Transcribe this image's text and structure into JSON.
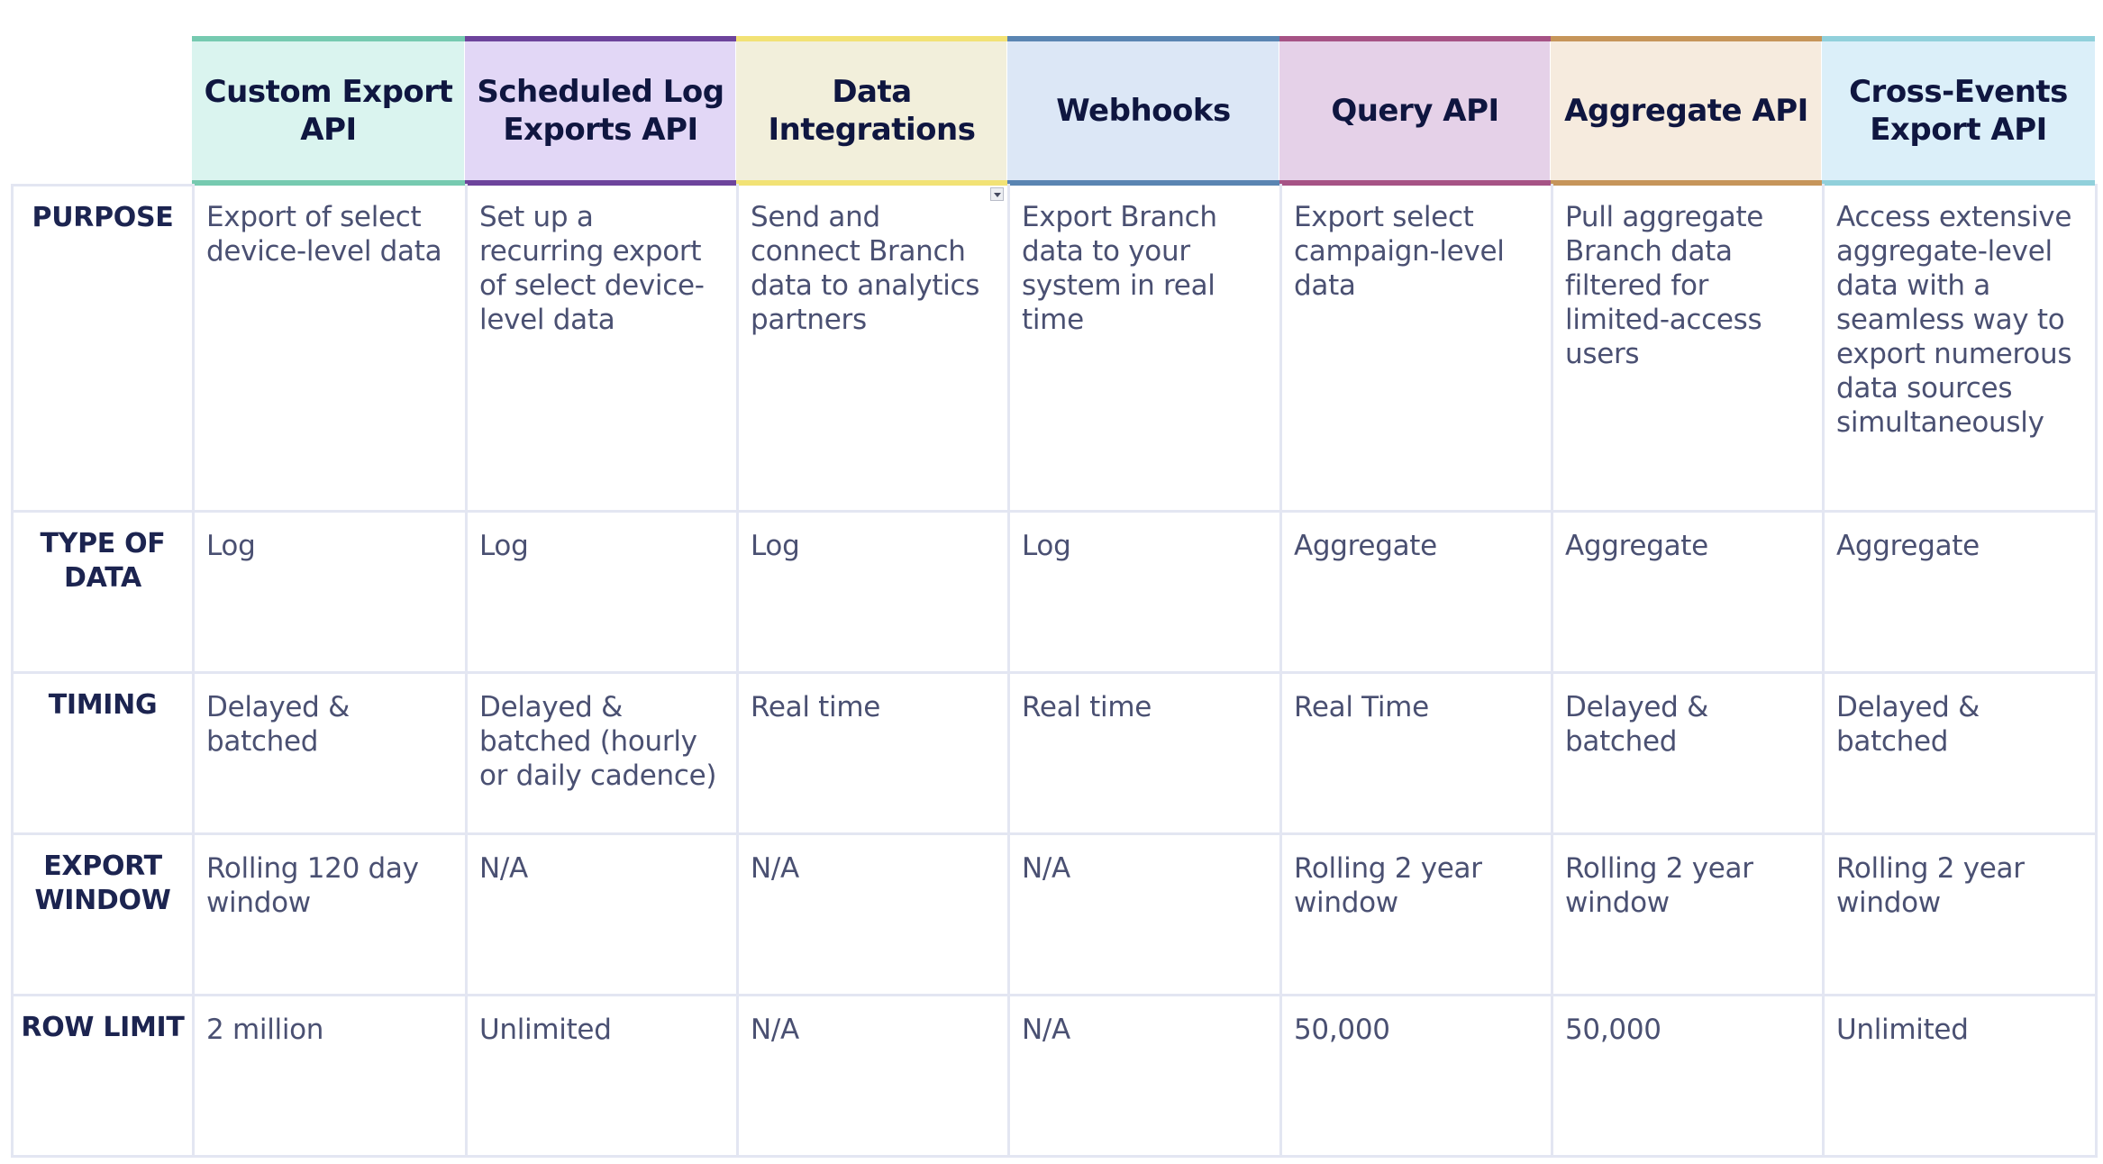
{
  "columns": [
    {
      "title": "Custom Export API",
      "bar_color": "#76cab0",
      "bg_color": "#daf4ef"
    },
    {
      "title": "Scheduled Log Exports API",
      "bar_color": "#6d449c",
      "bg_color": "#e2d7f6"
    },
    {
      "title": "Data Integrations",
      "bar_color": "#f2e275",
      "bg_color": "#f2efdb"
    },
    {
      "title": "Webhooks",
      "bar_color": "#5a85b2",
      "bg_color": "#dce7f6"
    },
    {
      "title": "Query API",
      "bar_color": "#a65385",
      "bg_color": "#e5d1e8"
    },
    {
      "title": "Aggregate API",
      "bar_color": "#c6955a",
      "bg_color": "#f6ebde"
    },
    {
      "title": "Cross-Events Export API",
      "bar_color": "#91d0db",
      "bg_color": "#dbeff9"
    }
  ],
  "rows": [
    {
      "label": "PURPOSE",
      "values": [
        "Export of select device-level data",
        "Set up a recurring export of select device-level data",
        "Send and connect Branch data to analytics partners",
        "Export Branch data to your system in real time",
        "Export select campaign-level data",
        "Pull aggregate Branch data filtered for limited-access users",
        "Access extensive aggregate-level data with a seamless way to export numerous data sources simultaneously"
      ]
    },
    {
      "label": "TYPE OF DATA",
      "values": [
        "Log",
        "Log",
        "Log",
        "Log",
        "Aggregate",
        "Aggregate",
        "Aggregate"
      ]
    },
    {
      "label": "TIMING",
      "values": [
        "Delayed & batched",
        "Delayed & batched (hourly or daily cadence)",
        "Real time",
        "Real time",
        "Real Time",
        "Delayed & batched",
        "Delayed & batched"
      ]
    },
    {
      "label": "EXPORT WINDOW",
      "values": [
        "Rolling 120 day window",
        "N/A",
        "N/A",
        "N/A",
        "Rolling 2 year window",
        "Rolling 2 year window",
        "Rolling 2 year window"
      ]
    },
    {
      "label": "ROW LIMIT",
      "values": [
        "2 million",
        "Unlimited",
        "N/A",
        "N/A",
        "50,000",
        "50,000",
        "Unlimited"
      ]
    }
  ],
  "colors": {
    "grid_border": "#e3e6f2",
    "label_text": "#1c2450",
    "body_text": "#4a5072",
    "header_text": "#0f1640"
  }
}
